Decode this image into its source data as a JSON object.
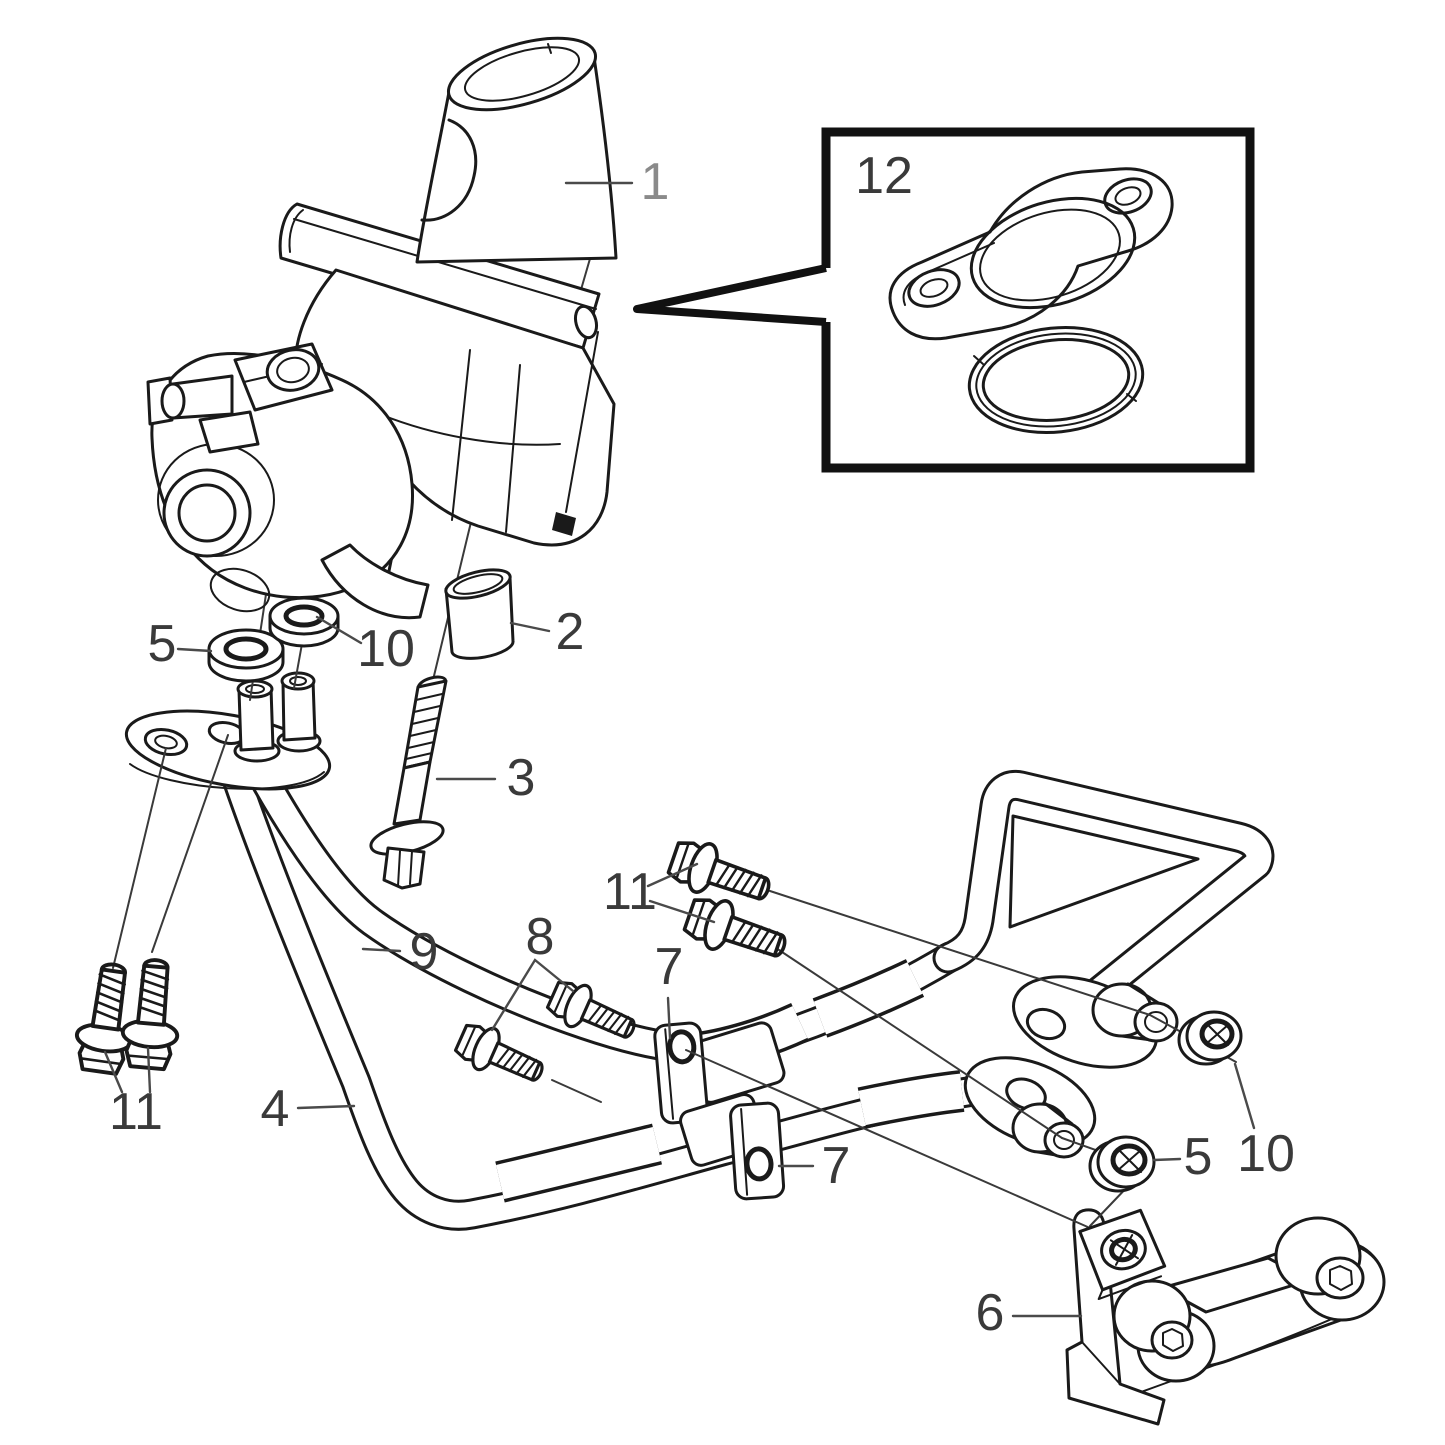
{
  "diagram": {
    "type": "exploded-parts-diagram",
    "background_color": "#ffffff",
    "line_color": "#1a1a1a",
    "label_color": "#3a3a3a",
    "callout_1_color": "#8a8a8a",
    "inset_border_color": "#111111"
  },
  "callouts": [
    {
      "ref": "1"
    },
    {
      "ref": "12"
    },
    {
      "ref": "2"
    },
    {
      "ref": "10"
    },
    {
      "ref": "5"
    },
    {
      "ref": "3"
    },
    {
      "ref": "9"
    },
    {
      "ref": "8"
    },
    {
      "ref": "11"
    },
    {
      "ref": "7"
    },
    {
      "ref": "7"
    },
    {
      "ref": "4"
    },
    {
      "ref": "11"
    },
    {
      "ref": "5"
    },
    {
      "ref": "10"
    },
    {
      "ref": "6"
    }
  ]
}
